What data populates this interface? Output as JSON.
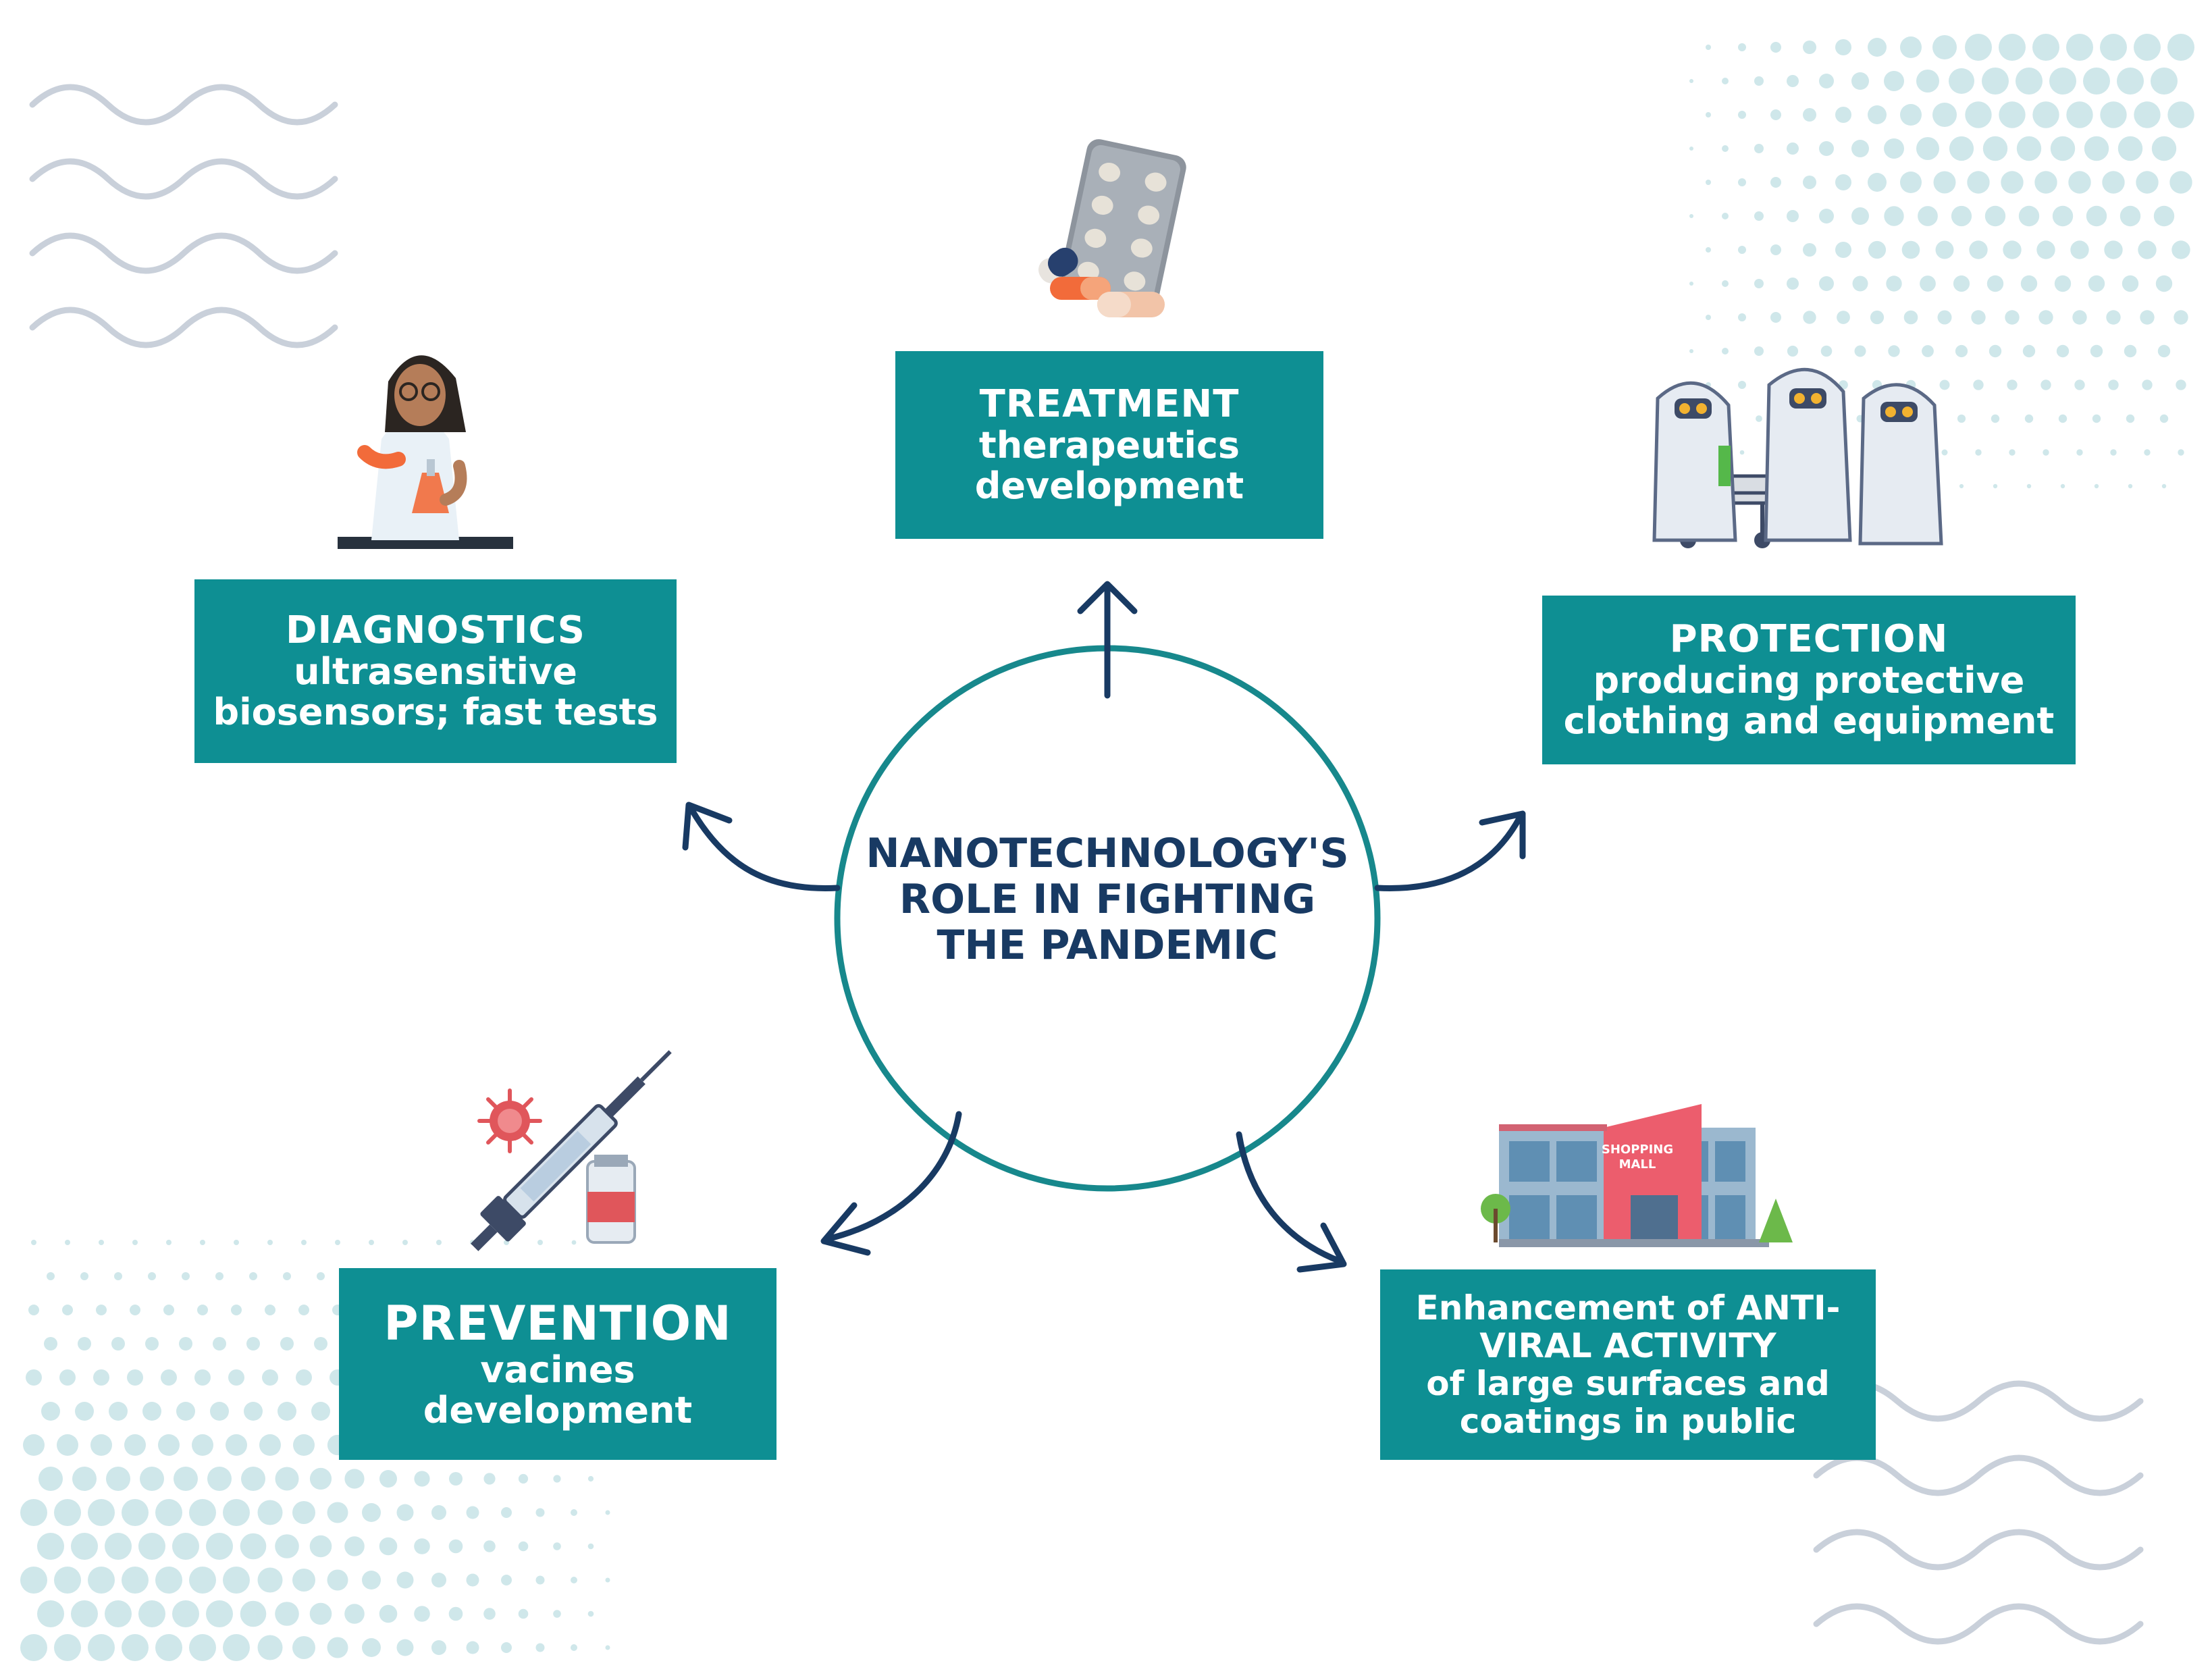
{
  "center": {
    "lines": [
      "NANOTECHNOLOGY'S",
      "ROLE IN FIGHTING",
      "THE PANDEMIC"
    ]
  },
  "nodes": {
    "treatment": {
      "title": "TREATMENT",
      "desc": [
        "therapeutics",
        "development"
      ]
    },
    "diagnostics": {
      "title": "DIAGNOSTICS",
      "desc": [
        "ultrasensitive",
        "biosensors; fast tests"
      ]
    },
    "protection": {
      "title": "PROTECTION",
      "desc": [
        "producing protective",
        "clothing and equipment"
      ]
    },
    "prevention": {
      "title": "PREVENTION",
      "desc": [
        "vacines",
        "development"
      ]
    },
    "surfaces": {
      "lines": [
        "Enhancement of ANTI-",
        "VIRAL ACTIVITY",
        "of large surfaces and",
        "coatings in public"
      ]
    }
  },
  "mall_sign": [
    "SHOPPING",
    "MALL"
  ],
  "colors": {
    "box": "#0e8f93",
    "circle": "#17888c",
    "arrow": "#183a63",
    "dots": "#cfe7ea",
    "waves": "#c9d0da"
  }
}
